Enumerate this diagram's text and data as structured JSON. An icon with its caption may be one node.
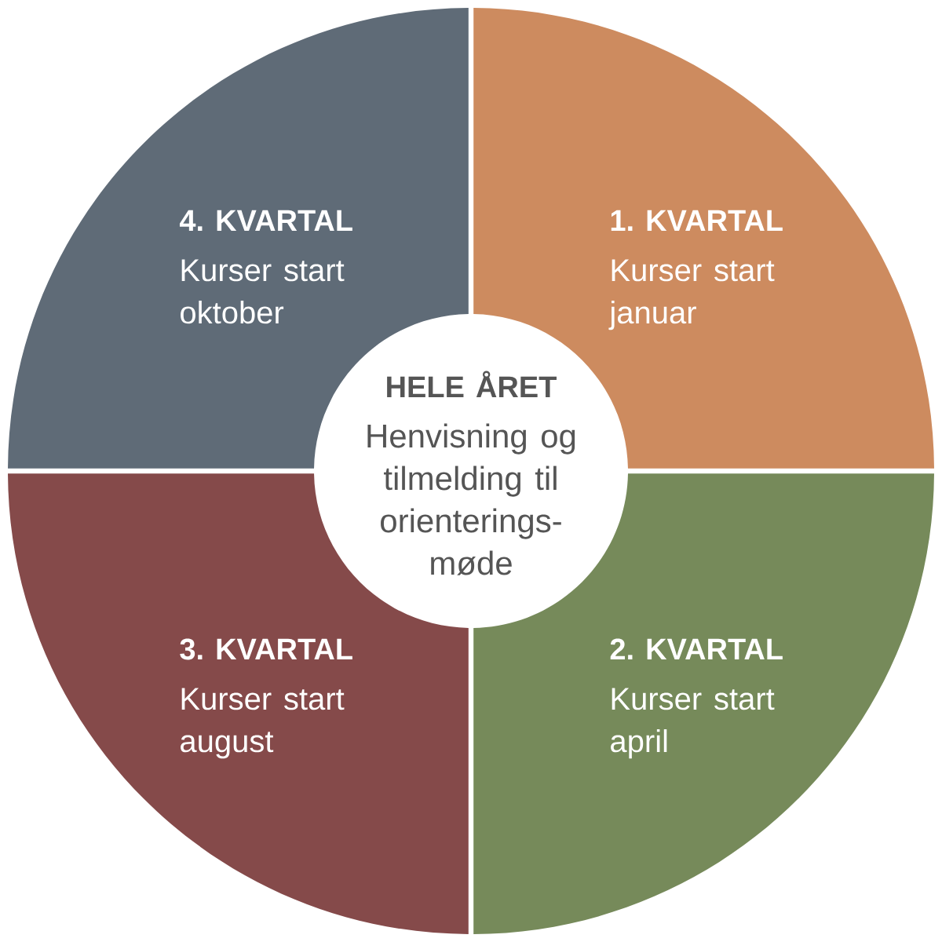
{
  "diagram": {
    "nodes": [
      {
        "text": [
          "4. KVARTAL",
          "Kurser start oktober"
        ]
      },
      {
        "text": [
          "1. KVARTAL",
          "Kurser start januar"
        ]
      },
      {
        "text": [
          "HELE ÅRET",
          "Henvisning og tilmelding til orienterings-møde"
        ]
      },
      {
        "text": [
          "3. KVARTAL",
          "Kurser start august"
        ]
      },
      {
        "text": [
          "2. KVARTAL",
          "Kurser start april"
        ]
      }
    ]
  }
}
